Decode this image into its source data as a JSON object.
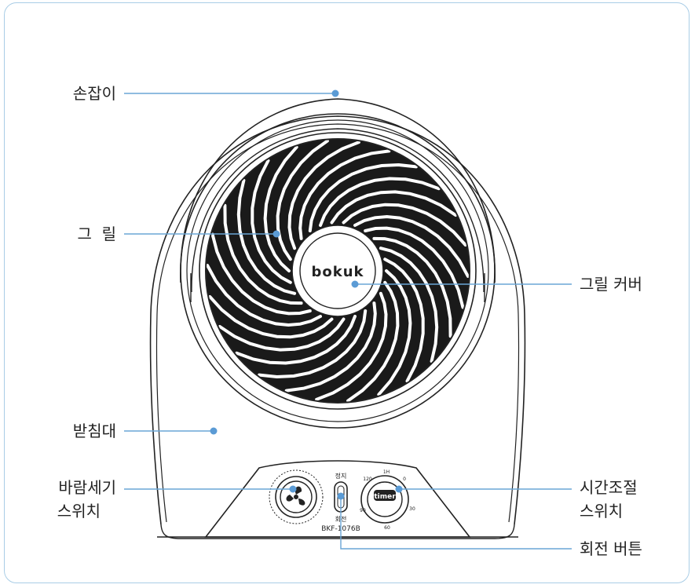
{
  "labels": {
    "handle": "손잡이",
    "grill": "그  릴",
    "grill_cover": "그릴 커버",
    "stand": "받침대",
    "wind_switch_line1": "바람세기",
    "wind_switch_line2": "스위치",
    "timer_switch_line1": "시간조절",
    "timer_switch_line2": "스위치",
    "rotate_button": "회전 버튼"
  },
  "product": {
    "logo": "bokuk",
    "model": "BKF-1076B",
    "stop_label": "정지",
    "rotate_label": "회전",
    "timer_text": "timer"
  },
  "timer_dial": [
    "1H",
    "0",
    "30",
    "60",
    "90",
    "120"
  ],
  "colors": {
    "leader": "#6aa6d6",
    "dot": "#5b9bd5",
    "frame": "#a9cde6",
    "outline": "#222222"
  }
}
